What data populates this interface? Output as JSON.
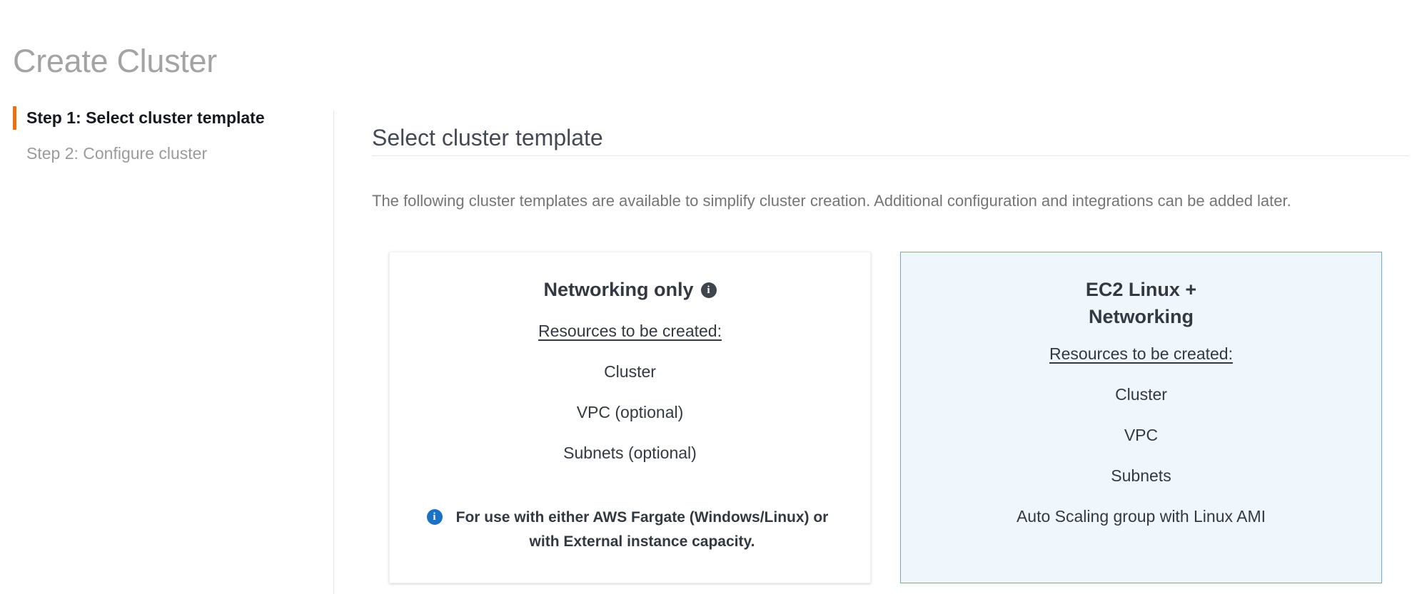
{
  "page": {
    "title": "Create Cluster"
  },
  "wizard": {
    "steps": [
      {
        "label": "Step 1: Select cluster template",
        "active": true
      },
      {
        "label": "Step 2: Configure cluster",
        "active": false
      }
    ]
  },
  "section": {
    "title": "Select cluster template",
    "description": "The following cluster templates are available to simplify cluster creation. Additional configuration and integrations can be added later."
  },
  "cards": [
    {
      "id": "networking-only",
      "title": "Networking only",
      "has_title_info_icon": true,
      "title_info_icon": "info-icon",
      "resources_heading": "Resources to be created:",
      "resources": [
        "Cluster",
        "VPC (optional)",
        "Subnets (optional)"
      ],
      "note_icon": "info-icon",
      "note": "For use with either AWS Fargate (Windows/Linux) or with External instance capacity.",
      "selected": false
    },
    {
      "id": "ec2-linux-networking",
      "title": "EC2 Linux + Networking",
      "has_title_info_icon": false,
      "resources_heading": "Resources to be created:",
      "resources": [
        "Cluster",
        "VPC",
        "Subnets",
        "Auto Scaling group with Linux AMI"
      ],
      "selected": true
    }
  ],
  "colors": {
    "accent_orange": "#ec7211",
    "selected_card_bg": "#eff7fd",
    "selected_card_border": "#74a9d8",
    "info_blue": "#1b72c4",
    "title_gray": "#a3a3a3",
    "text_dark": "#333940",
    "muted_text": "#757575"
  },
  "icons": {
    "info_glyph": "i"
  }
}
